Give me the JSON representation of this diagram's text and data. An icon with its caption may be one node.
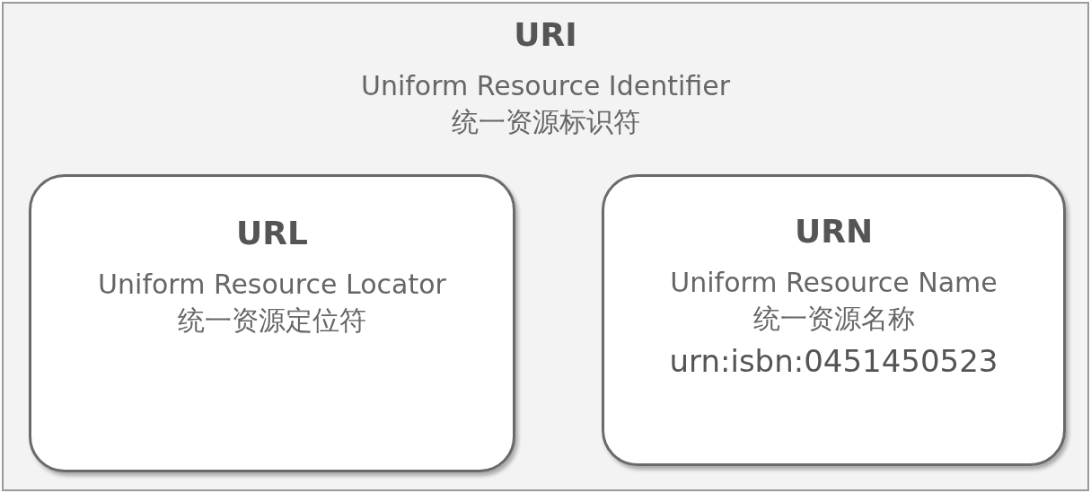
{
  "diagram": {
    "nodes": [
      {
        "text": [
          "URI",
          "Uniform Resource Identifier",
          "统一资源标识符"
        ]
      },
      {
        "text": [
          "URL",
          "Uniform Resource Locator",
          "统一资源定位符"
        ],
        "in": 0
      },
      {
        "text": [
          "URN",
          "Uniform Resource Name",
          "统一资源名称",
          "urn:isbn:0451450523"
        ],
        "in": 0
      }
    ]
  }
}
